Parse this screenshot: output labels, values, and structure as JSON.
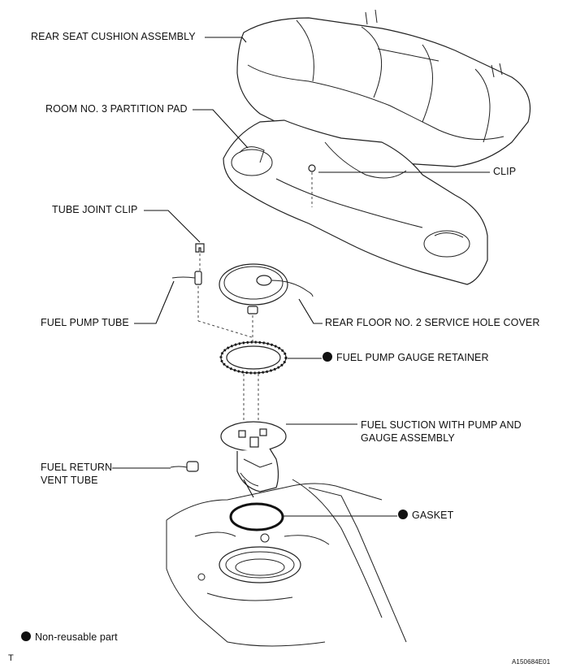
{
  "labels": {
    "rear_seat_cushion": "REAR SEAT CUSHION ASSEMBLY",
    "partition_pad": "ROOM NO. 3 PARTITION PAD",
    "clip": "CLIP",
    "tube_joint_clip": "TUBE JOINT CLIP",
    "fuel_pump_tube": "FUEL PUMP TUBE",
    "service_hole_cover": "REAR FLOOR NO. 2 SERVICE HOLE COVER",
    "gauge_retainer": "FUEL PUMP GAUGE RETAINER",
    "suction_line1": "FUEL SUCTION WITH PUMP AND",
    "suction_line2": "GAUGE ASSEMBLY",
    "return_line1": "FUEL RETURN",
    "return_line2": "VENT TUBE",
    "gasket": "GASKET"
  },
  "legend": {
    "non_reusable": "Non-reusable part"
  },
  "footer": {
    "left_mark": "T",
    "figure_code": "A150684E01"
  }
}
